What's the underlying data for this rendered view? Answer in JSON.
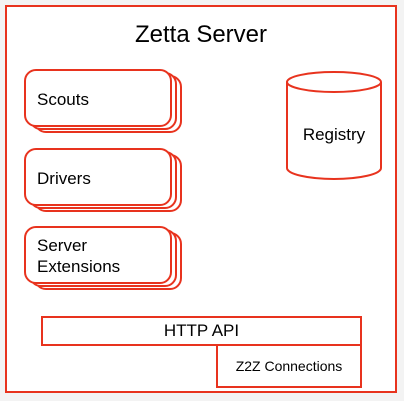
{
  "diagram": {
    "title": "Zetta Server",
    "components": [
      {
        "label": "Scouts"
      },
      {
        "label": "Drivers"
      },
      {
        "label": "Server\nExtensions"
      }
    ],
    "registry": {
      "label": "Registry"
    },
    "http_api": {
      "label": "HTTP API"
    },
    "z2z": {
      "label": "Z2Z Connections"
    }
  },
  "colors": {
    "border": "#e8331e",
    "background": "#f3f3f3",
    "panel": "#ffffff",
    "text": "#000000"
  }
}
